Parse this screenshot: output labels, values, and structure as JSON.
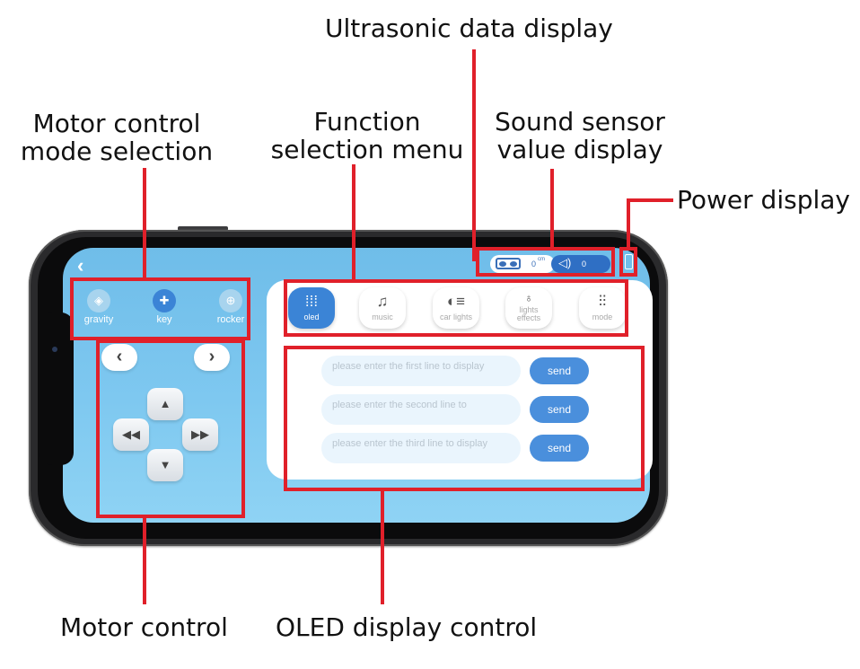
{
  "callouts": {
    "ultrasonic": "Ultrasonic data display",
    "motor_mode_1": "Motor control",
    "motor_mode_2": "mode selection",
    "function_1": "Function",
    "function_2": "selection menu",
    "sound_1": "Sound sensor",
    "sound_2": "value display",
    "power": "Power display",
    "motor_control": "Motor control",
    "oled_control": "OLED display control"
  },
  "app": {
    "back_glyph": "‹",
    "modes": [
      {
        "label": "gravity",
        "icon": "gravity-icon",
        "selected": false
      },
      {
        "label": "key",
        "icon": "dpad-icon",
        "selected": true
      },
      {
        "label": "rocker",
        "icon": "gamepad-icon",
        "selected": false
      }
    ],
    "nav": {
      "prev": "‹",
      "next": "›"
    },
    "pad": {
      "up": "▲",
      "left": "◀◀",
      "right": "▶▶",
      "down": "▼"
    },
    "functions": [
      {
        "label": "oled",
        "icon": "grid-icon",
        "selected": true
      },
      {
        "label": "music",
        "icon": "music-note-icon",
        "selected": false
      },
      {
        "label": "car lights",
        "icon": "headlight-icon",
        "selected": false
      },
      {
        "label": "lights effects",
        "icon": "bulb-icon",
        "selected": false
      },
      {
        "label": "mode",
        "icon": "sliders-icon",
        "selected": false
      }
    ],
    "oled_lines": [
      {
        "placeholder": "please enter the first line to display",
        "send": "send"
      },
      {
        "placeholder": "please enter the second line to",
        "send": "send"
      },
      {
        "placeholder": "please enter the third line to display",
        "send": "send"
      }
    ],
    "status": {
      "ultrasonic_value": "0",
      "ultrasonic_unit": "cm",
      "sound_value": "0"
    }
  },
  "colors": {
    "annotation_red": "#e0202a",
    "accent_blue": "#3b84d6",
    "screen_blue": "#7ec8f0"
  }
}
